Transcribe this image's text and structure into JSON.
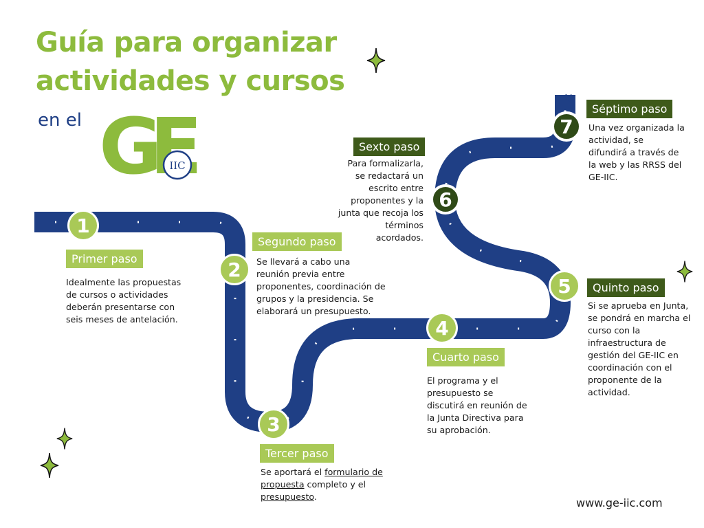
{
  "title": {
    "line1": "Guía para organizar",
    "line2": "actividades y cursos"
  },
  "subtitle": "en el",
  "logo": {
    "big": "GE",
    "small": "IIC"
  },
  "steps": [
    {
      "number": "1",
      "label": "Primer paso",
      "text": "Idealmente las propuestas de cursos o actividades deberán presentarse con seis meses de antelación."
    },
    {
      "number": "2",
      "label": "Segundo paso",
      "text": " Se llevará a cabo una reunión previa entre proponentes, coordinación de grupos y la presidencia. Se elaborará un presupuesto."
    },
    {
      "number": "3",
      "label": "Tercer paso",
      "text_pre": "Se aportará el ",
      "link1": "formulario de propuesta",
      "text_mid": " completo y el ",
      "link2": "presupuesto",
      "text_post": "."
    },
    {
      "number": "4",
      "label": "Cuarto paso",
      "text": "El programa y el presupuesto se discutirá en reunión de la Junta Directiva para su aprobación."
    },
    {
      "number": "5",
      "label": "Quinto paso",
      "text": "Si se aprueba en Junta, se pondrá en marcha el curso con la infraestructura de gestión del GE-IIC en coordinación con el proponente de la actividad."
    },
    {
      "number": "6",
      "label": "Sexto paso",
      "text": "Para formalizarla, se redactará un escrito entre proponentes y la junta que recoja los términos acordados."
    },
    {
      "number": "7",
      "label": "Séptimo paso",
      "text": "Una vez organizada la actividad, se difundirá a través de la web y las RRSS del GE-IIC."
    }
  ],
  "footer_url": "www.ge-iic.com",
  "colors": {
    "green": "#8dbb3d",
    "road": "#1f3f85",
    "dark_green": "#3e5a1a"
  }
}
